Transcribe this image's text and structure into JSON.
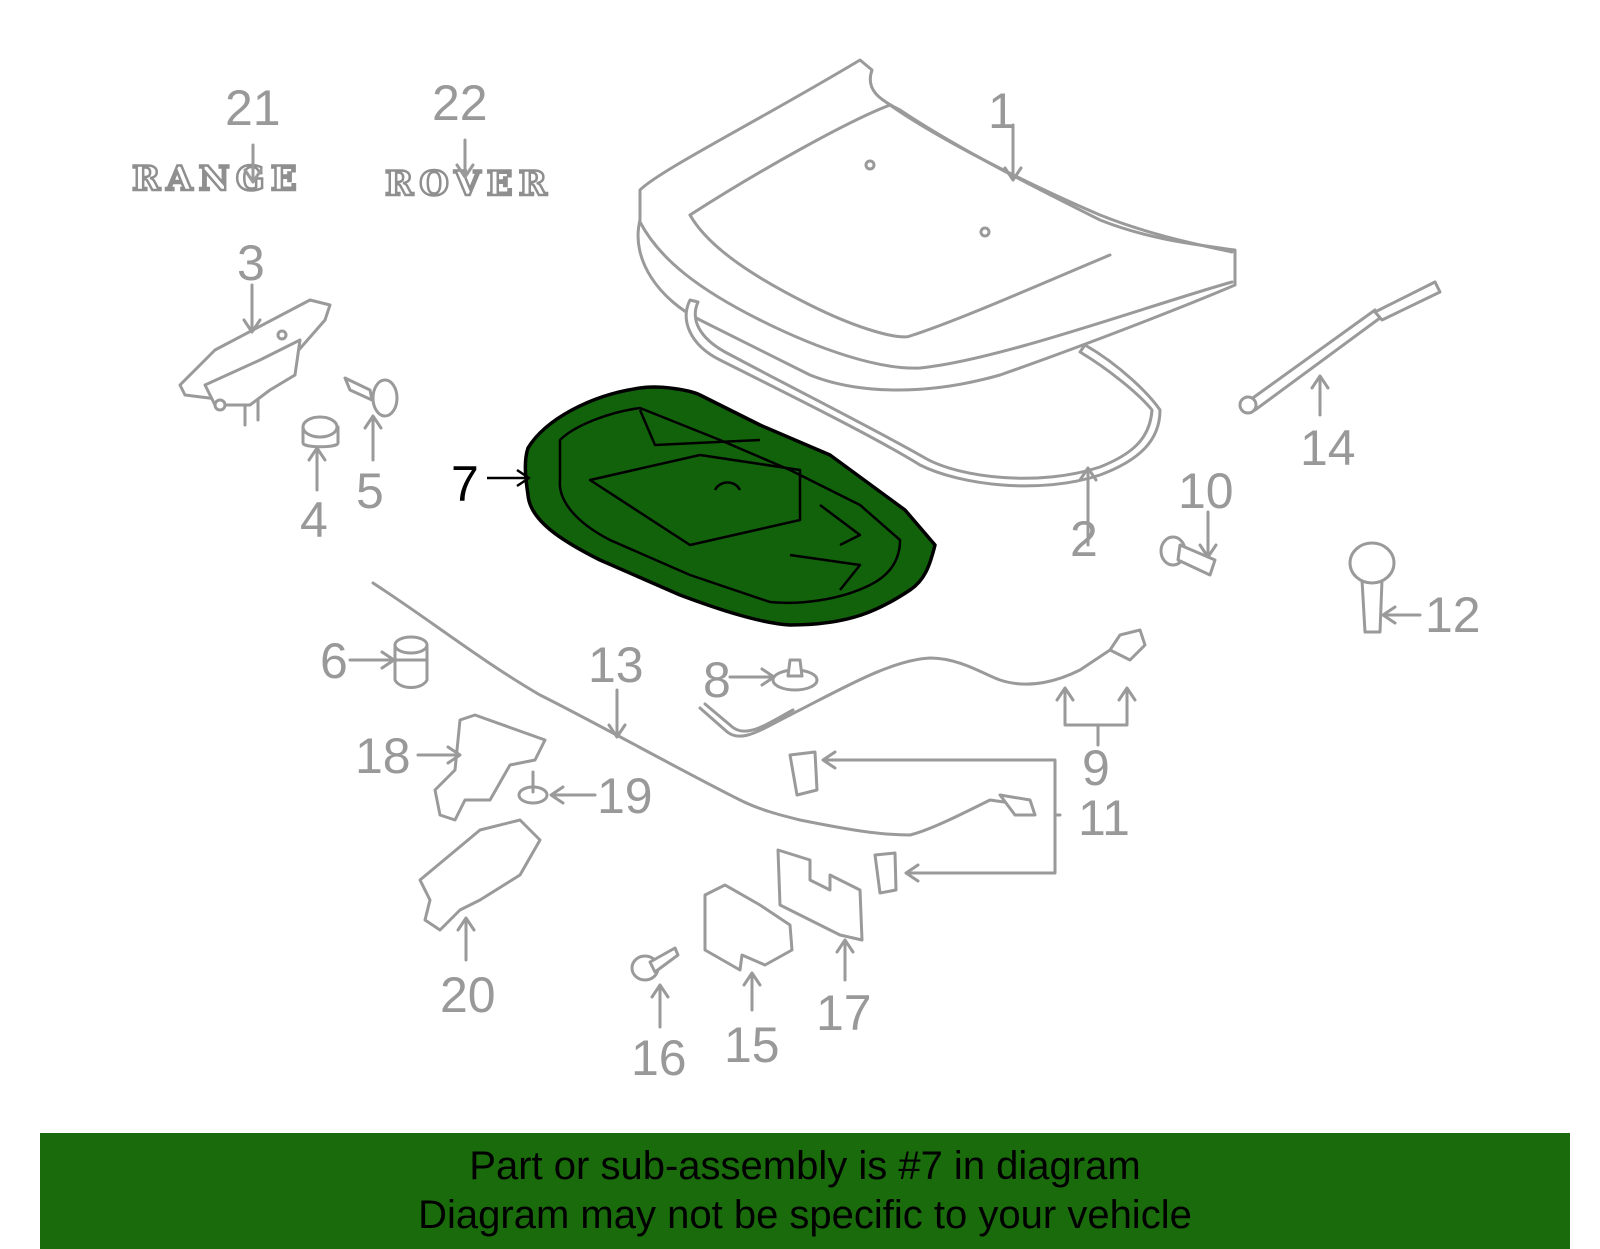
{
  "highlighted_part": "7",
  "callouts": [
    {
      "id": "1",
      "highlighted": false
    },
    {
      "id": "2",
      "highlighted": false
    },
    {
      "id": "3",
      "highlighted": false
    },
    {
      "id": "4",
      "highlighted": false
    },
    {
      "id": "5",
      "highlighted": false
    },
    {
      "id": "6",
      "highlighted": false
    },
    {
      "id": "7",
      "highlighted": true
    },
    {
      "id": "8",
      "highlighted": false
    },
    {
      "id": "9",
      "highlighted": false
    },
    {
      "id": "10",
      "highlighted": false
    },
    {
      "id": "11",
      "highlighted": false
    },
    {
      "id": "12",
      "highlighted": false
    },
    {
      "id": "13",
      "highlighted": false
    },
    {
      "id": "14",
      "highlighted": false
    },
    {
      "id": "15",
      "highlighted": false
    },
    {
      "id": "16",
      "highlighted": false
    },
    {
      "id": "17",
      "highlighted": false
    },
    {
      "id": "18",
      "highlighted": false
    },
    {
      "id": "19",
      "highlighted": false
    },
    {
      "id": "20",
      "highlighted": false
    },
    {
      "id": "21",
      "highlighted": false
    },
    {
      "id": "22",
      "highlighted": false
    }
  ],
  "badges": {
    "range": "RANGE",
    "rover": "ROVER"
  },
  "footer": {
    "line1": "Part or sub-assembly is #7 in diagram",
    "line2": "Diagram may not be specific to your vehicle"
  },
  "colors": {
    "highlight_fill": "#12620b",
    "footer_background": "#1a6b0c",
    "part_stroke": "#9a9a9a",
    "label_gray": "#999999"
  }
}
